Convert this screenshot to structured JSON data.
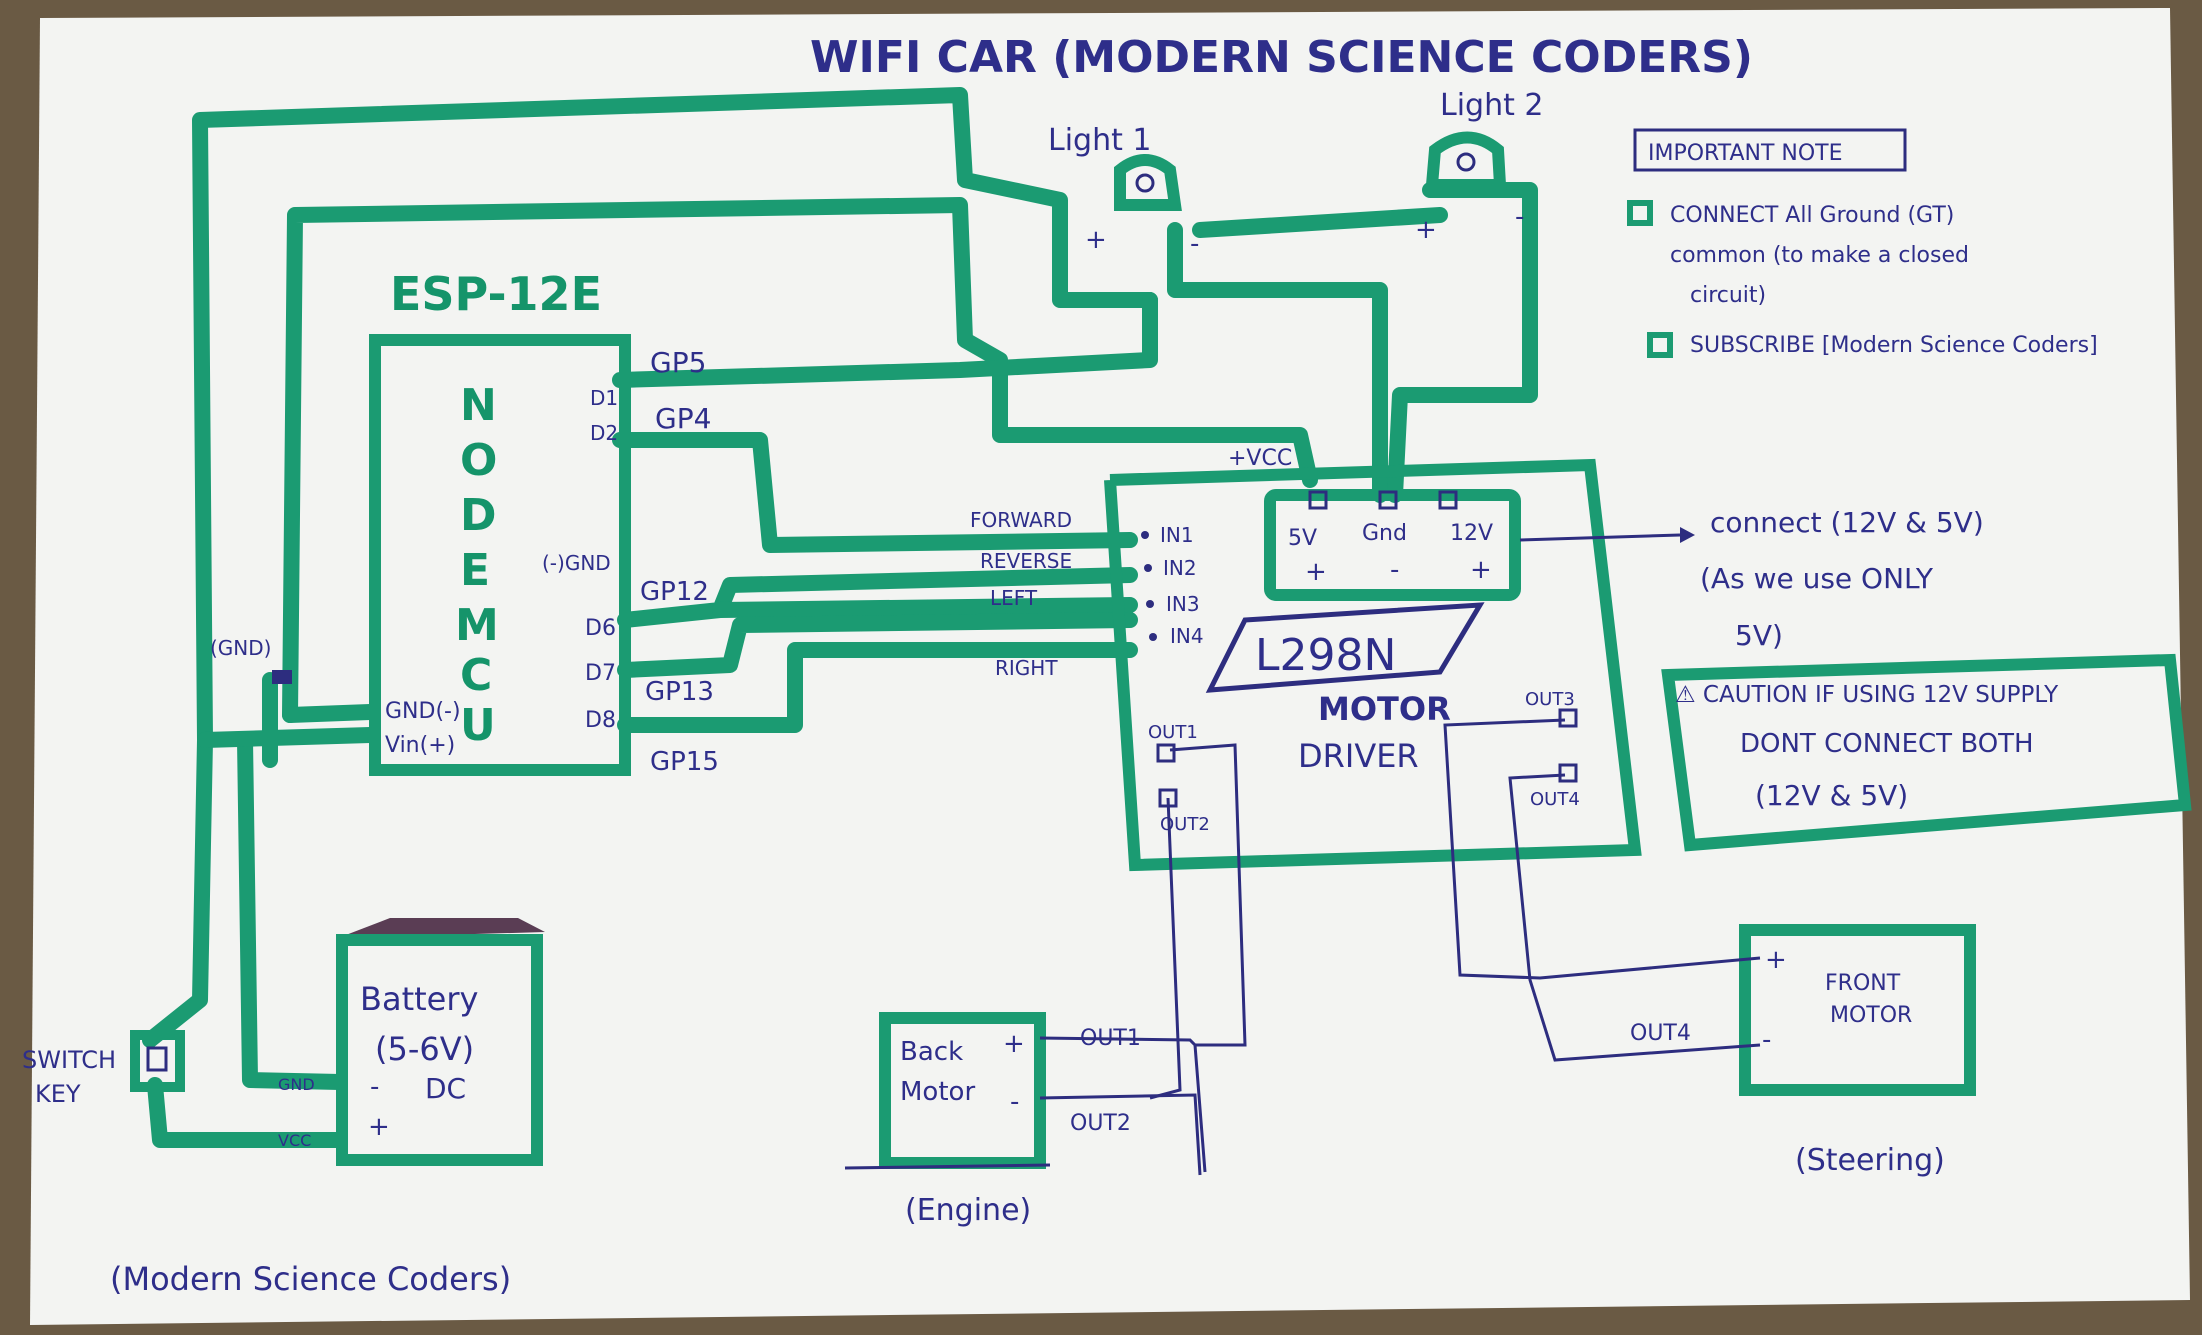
{
  "title": "WIFI CAR (MODERN SCIENCE CODERS)",
  "nodemcu": {
    "heading": "ESP-12E",
    "vertical_label": [
      "N",
      "O",
      "D",
      "E",
      "M",
      "C",
      "U"
    ],
    "pin_d1": "D1",
    "pin_d2": "D2",
    "pin_gnd": "(-)GND",
    "pin_d6": "D6",
    "pin_d7": "D7",
    "pin_d8": "D8",
    "pin_gnd_minus": "GND(-)",
    "pin_vin": "Vin(+)",
    "gpio5": "GP5",
    "gpio4": "GP4",
    "gpio12": "GP12",
    "gpio13": "GP13",
    "gpio15": "GP15"
  },
  "lights": {
    "light1": "Light 1",
    "light2": "Light 2",
    "plus": "+",
    "minus": "-"
  },
  "driver": {
    "vcc_label": "+VCC",
    "t_5v": "5V",
    "t_gnd": "Gnd",
    "t_12v": "12V",
    "plus": "+",
    "minus": "-",
    "in1": "IN1",
    "in2": "IN2",
    "in3": "IN3",
    "in4": "IN4",
    "forward": "FORWARD",
    "reverse": "REVERSE",
    "left": "LEFT",
    "right": "RIGHT",
    "chip": "L298N",
    "name_line1": "MOTOR",
    "name_line2": "DRIVER",
    "out1": "OUT1",
    "out2": "OUT2",
    "out3": "OUT3",
    "out4": "OUT4"
  },
  "connect_note": {
    "line1": "connect (12V & 5V)",
    "line2": "(As we use ONLY",
    "line3": "5V)"
  },
  "important_note": {
    "heading": "IMPORTANT NOTE",
    "line1": "CONNECT All Ground (GT)",
    "line2": "common (to make a closed",
    "line3": "circuit)",
    "line4": "SUBSCRIBE [Modern Science Coders]"
  },
  "caution": {
    "line1": "⚠ CAUTION IF USING 12V SUPPLY",
    "line2": "DONT CONNECT BOTH",
    "line3": "(12V & 5V)"
  },
  "battery": {
    "line1": "Battery",
    "line2": "(5-6V)",
    "line3": "DC",
    "gnd": "GND",
    "vcc": "VCC",
    "minus": "-",
    "plus": "+"
  },
  "gnd_tag": "(GND)",
  "switch_key": {
    "line1": "SWITCH",
    "line2": "KEY"
  },
  "back_motor": {
    "line1": "Back",
    "line2": "Motor",
    "plus": "+",
    "minus": "-",
    "out1": "OUT1",
    "out2": "OUT2",
    "caption": "(Engine)"
  },
  "front_motor": {
    "line1": "FRONT",
    "line2": "MOTOR",
    "plus": "+",
    "minus": "-",
    "out4": "OUT4",
    "caption": "(Steering)"
  },
  "footer": "(Modern Science Coders)"
}
